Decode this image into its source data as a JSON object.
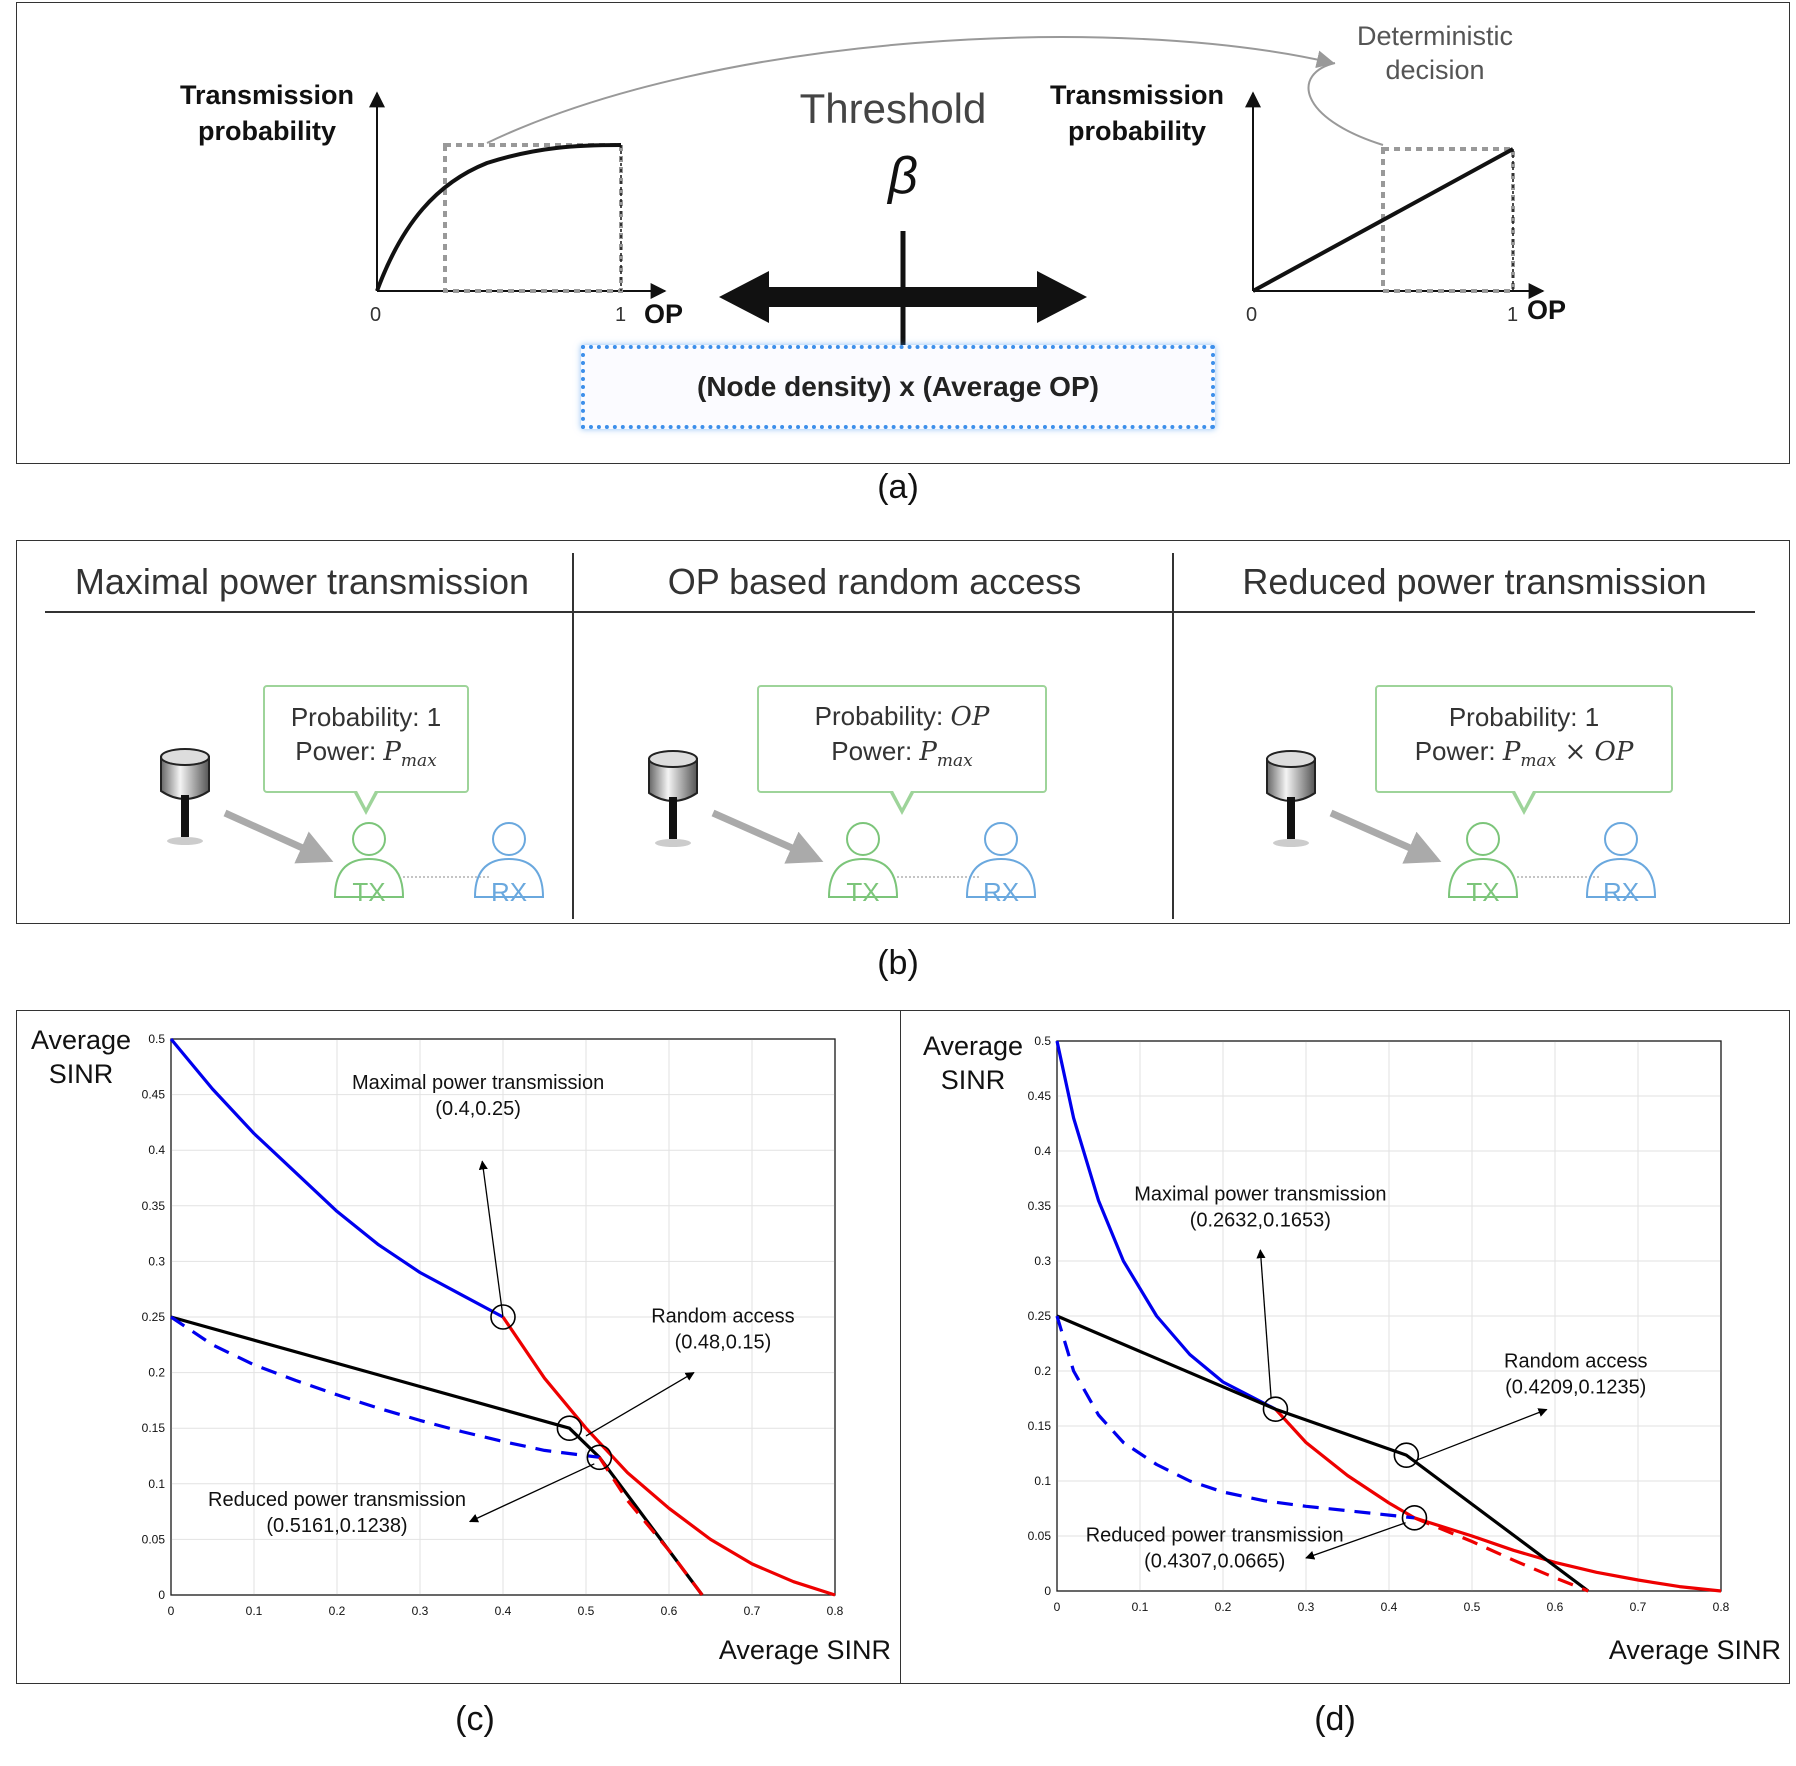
{
  "panel_a": {
    "caption": "(a)",
    "left_plot": {
      "ylabel_line1": "Transmission",
      "ylabel_line2": "probability",
      "tick0": "0",
      "tick1": "1",
      "xlabel": "OP"
    },
    "right_plot": {
      "ylabel_line1": "Transmission",
      "ylabel_line2": "probability",
      "tick0": "0",
      "tick1": "1",
      "xlabel": "OP"
    },
    "threshold_label": "Threshold",
    "beta_symbol": "β",
    "deterministic_line1": "Deterministic",
    "deterministic_line2": "decision",
    "density_box": "(Node density) x (Average OP)"
  },
  "panel_b": {
    "caption": "(b)",
    "sections": [
      {
        "title": "Maximal power transmission",
        "prob_label": "Probability:",
        "prob_value": "1",
        "power_label": "Power:",
        "power_value": "P",
        "power_sub": "max",
        "power_suffix": "",
        "tx": "TX",
        "rx": "RX"
      },
      {
        "title": "OP based random access",
        "prob_label": "Probability:",
        "prob_value": "OP",
        "power_label": "Power:",
        "power_value": "P",
        "power_sub": "max",
        "power_suffix": "",
        "tx": "TX",
        "rx": "RX"
      },
      {
        "title": "Reduced power transmission",
        "prob_label": "Probability:",
        "prob_value": "1",
        "power_label": "Power:",
        "power_value": "P",
        "power_sub": "max",
        "power_suffix": " × OP",
        "tx": "TX",
        "rx": "RX"
      }
    ]
  },
  "chart_data": [
    {
      "type": "line",
      "panel": "(c)",
      "ylabel": "Average SINR",
      "xlabel": "Average SINR",
      "xlim": [
        0,
        0.8
      ],
      "ylim": [
        0,
        0.5
      ],
      "xticks": [
        "0",
        "0.1",
        "0.2",
        "0.3",
        "0.4",
        "0.5",
        "0.6",
        "0.7",
        "0.8"
      ],
      "yticks": [
        "0",
        "0.05",
        "0.1",
        "0.15",
        "0.2",
        "0.25",
        "0.3",
        "0.35",
        "0.4",
        "0.45",
        "0.5"
      ],
      "grid": true,
      "series": [
        {
          "color": "#0000ee",
          "style": "solid",
          "x": [
            0,
            0.05,
            0.1,
            0.15,
            0.2,
            0.25,
            0.3,
            0.35,
            0.4
          ],
          "y": [
            0.5,
            0.455,
            0.415,
            0.38,
            0.345,
            0.315,
            0.29,
            0.27,
            0.25
          ]
        },
        {
          "color": "#ee0000",
          "style": "solid",
          "x": [
            0.4,
            0.45,
            0.5,
            0.55,
            0.6,
            0.65,
            0.7,
            0.75,
            0.8
          ],
          "y": [
            0.25,
            0.195,
            0.15,
            0.11,
            0.078,
            0.05,
            0.028,
            0.012,
            0
          ]
        },
        {
          "color": "#000000",
          "style": "solid",
          "x": [
            0,
            0.48,
            0.5161,
            0.64
          ],
          "y": [
            0.25,
            0.15,
            0.1238,
            0
          ]
        },
        {
          "color": "#0000ee",
          "style": "dashed",
          "x": [
            0,
            0.05,
            0.1,
            0.15,
            0.2,
            0.25,
            0.3,
            0.35,
            0.4,
            0.45,
            0.5161
          ],
          "y": [
            0.25,
            0.225,
            0.207,
            0.193,
            0.18,
            0.168,
            0.157,
            0.147,
            0.138,
            0.13,
            0.1238
          ]
        },
        {
          "color": "#ee0000",
          "style": "dashed",
          "x": [
            0.5161,
            0.55,
            0.6,
            0.64
          ],
          "y": [
            0.1238,
            0.085,
            0.04,
            0
          ]
        }
      ],
      "markers": [
        {
          "x": 0.4,
          "y": 0.25
        },
        {
          "x": 0.48,
          "y": 0.15
        },
        {
          "x": 0.5161,
          "y": 0.1238
        }
      ],
      "annotations": [
        {
          "line1": "Maximal power transmission",
          "line2": "(0.4,0.25)",
          "tx": 0.37,
          "ty": 0.455,
          "ax0": 0.4,
          "ay0": 0.25,
          "ax1": 0.375,
          "ay1": 0.39
        },
        {
          "line1": "Random access",
          "line2": "(0.48,0.15)",
          "tx": 0.665,
          "ty": 0.245,
          "ax0": 0.5,
          "ay0": 0.143,
          "ax1": 0.63,
          "ay1": 0.2
        },
        {
          "line1": "Reduced power transmission",
          "line2": "(0.5161,0.1238)",
          "tx": 0.2,
          "ty": 0.08,
          "ax0": 0.51,
          "ay0": 0.118,
          "ax1": 0.36,
          "ay1": 0.066
        }
      ]
    },
    {
      "type": "line",
      "panel": "(d)",
      "ylabel": "Average SINR",
      "xlabel": "Average SINR",
      "xlim": [
        0,
        0.8
      ],
      "ylim": [
        0,
        0.5
      ],
      "xticks": [
        "0",
        "0.1",
        "0.2",
        "0.3",
        "0.4",
        "0.5",
        "0.6",
        "0.7",
        "0.8"
      ],
      "yticks": [
        "0",
        "0.05",
        "0.1",
        "0.15",
        "0.2",
        "0.25",
        "0.3",
        "0.35",
        "0.4",
        "0.45",
        "0.5"
      ],
      "grid": true,
      "series": [
        {
          "color": "#0000ee",
          "style": "solid",
          "x": [
            0,
            0.02,
            0.05,
            0.08,
            0.12,
            0.16,
            0.2,
            0.2632
          ],
          "y": [
            0.5,
            0.43,
            0.355,
            0.3,
            0.25,
            0.215,
            0.19,
            0.1653
          ]
        },
        {
          "color": "#ee0000",
          "style": "solid",
          "x": [
            0.2632,
            0.3,
            0.35,
            0.4,
            0.4307,
            0.5,
            0.55,
            0.6,
            0.65,
            0.7,
            0.75,
            0.8
          ],
          "y": [
            0.1653,
            0.135,
            0.105,
            0.08,
            0.0665,
            0.05,
            0.037,
            0.026,
            0.017,
            0.01,
            0.004,
            0
          ]
        },
        {
          "color": "#000000",
          "style": "solid",
          "x": [
            0,
            0.2632,
            0.4209,
            0.64
          ],
          "y": [
            0.25,
            0.1653,
            0.1235,
            0
          ]
        },
        {
          "color": "#0000ee",
          "style": "dashed",
          "x": [
            0,
            0.02,
            0.05,
            0.08,
            0.12,
            0.16,
            0.2,
            0.25,
            0.3,
            0.35,
            0.4,
            0.4307
          ],
          "y": [
            0.25,
            0.2,
            0.16,
            0.135,
            0.115,
            0.1,
            0.09,
            0.082,
            0.077,
            0.073,
            0.069,
            0.0665
          ]
        },
        {
          "color": "#ee0000",
          "style": "dashed",
          "x": [
            0.4307,
            0.5,
            0.55,
            0.6,
            0.64
          ],
          "y": [
            0.0665,
            0.045,
            0.028,
            0.012,
            0
          ]
        }
      ],
      "markers": [
        {
          "x": 0.2632,
          "y": 0.1653
        },
        {
          "x": 0.4209,
          "y": 0.1235
        },
        {
          "x": 0.4307,
          "y": 0.0665
        }
      ],
      "annotations": [
        {
          "line1": "Maximal power transmission",
          "line2": "(0.2632,0.1653)",
          "tx": 0.245,
          "ty": 0.355,
          "ax0": 0.258,
          "ay0": 0.175,
          "ax1": 0.245,
          "ay1": 0.31
        },
        {
          "line1": "Random access",
          "line2": "(0.4209,0.1235)",
          "tx": 0.625,
          "ty": 0.203,
          "ax0": 0.43,
          "ay0": 0.118,
          "ax1": 0.59,
          "ay1": 0.165
        },
        {
          "line1": "Reduced power transmission",
          "line2": "(0.4307,0.0665)",
          "tx": 0.19,
          "ty": 0.045,
          "ax0": 0.42,
          "ay0": 0.062,
          "ax1": 0.3,
          "ay1": 0.03
        }
      ]
    }
  ]
}
